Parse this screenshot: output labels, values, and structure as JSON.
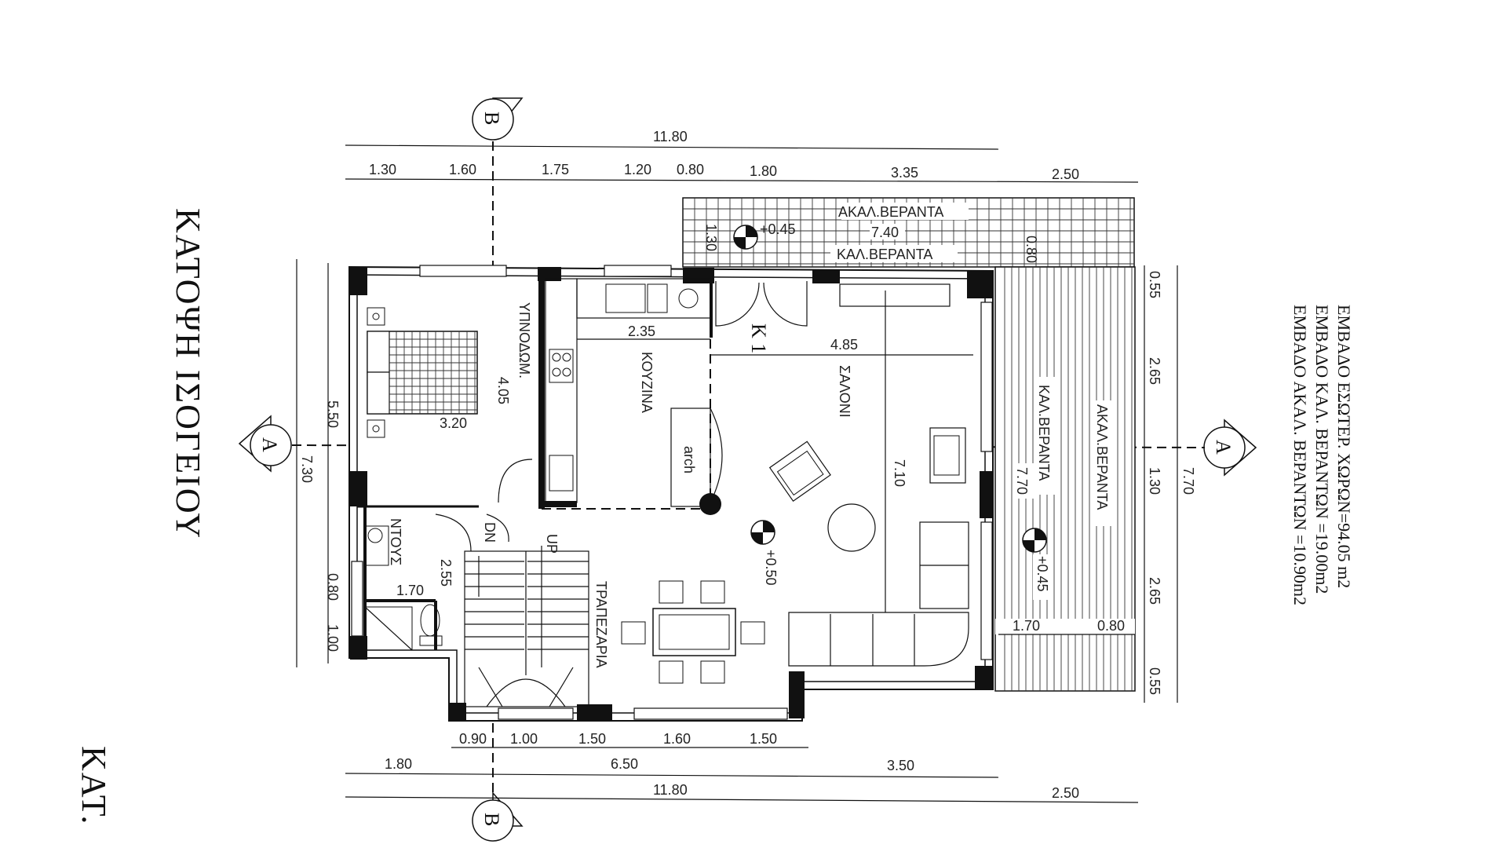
{
  "plan": {
    "title": "ΚΑΤΟΨΗ ΙΣΟΓΕΙΟΥ",
    "title_partial": "ΚΑΤ.",
    "section_marks": {
      "b_top": "B",
      "b_bottom": "B",
      "a_left": "A",
      "a_right": "A"
    },
    "areas": [
      "ΕΜΒΑΔΟ ΕΣΩΤΕΡ. ΧΩΡΩΝ=94.05 m2",
      "ΕΜΒΑΔΟ ΚΑΛ. ΒΕΡΑΝΤΩΝ =19.00m2",
      "ΕΜΒΑΔΟ ΑΚΑΛ. ΒΕΡΑΝΤΩΝ =10.90m2"
    ],
    "rooms": {
      "bedroom": "ΥΠΝΟΔΩΜ.",
      "kitchen": "ΚΟΥΖΙΝΑ",
      "living": "ΣΑΛΟΝΙ",
      "dining": "ΤΡΑΠΕΖΑΡΙΑ",
      "shower": "ΝΤΟΥΣ",
      "covered_veranda": "ΚΑΛ.ΒΕΡΑΝΤΑ",
      "uncovered_veranda": "ΑΚΑΛ.ΒΕΡΑΝΤΑ",
      "uncovered_veranda_top": "ΑΚΑΛ.ΒΕΡΑΝΤΑ",
      "covered_veranda_top": "ΚΑΛ.ΒΕΡΑΝΤΑ",
      "arch": "arch",
      "stair_up": "UP",
      "stair_down": "DN",
      "door_k1": "Κ 1"
    },
    "levels": {
      "main": "+0.50",
      "veranda_top": "+0.45",
      "veranda_right": "+0.45"
    },
    "dims": {
      "top_total": "11.80",
      "top_row": [
        "1.30",
        "1.60",
        "1.75",
        "1.20",
        "0.80",
        "1.80",
        "3.35",
        "2.50"
      ],
      "bottom_row1": [
        "0.90",
        "1.00",
        "1.50",
        "1.60",
        "1.50"
      ],
      "bottom_row2": [
        "1.80",
        "6.50",
        "3.50"
      ],
      "bottom_total": "11.80",
      "bottom_total_right": "2.50",
      "left_outer": "7.30",
      "left_inner": "5.50",
      "left_small_1": "0.80",
      "left_small_2": "1.00",
      "right_outer": "7.70",
      "right_row": [
        "0.55",
        "2.65",
        "1.30",
        "2.65",
        "0.55"
      ],
      "veranda_top_len": "7.40",
      "veranda_top_w1": "1.30",
      "veranda_top_w2": "0.80",
      "kitchen_w": "2.35",
      "living_w": "4.85",
      "living_h": "7.10",
      "bed_w": "3.20",
      "bed_h": "4.05",
      "shower_w": "1.70",
      "stair_h": "2.55",
      "veranda_right_len": "7.70",
      "veranda_right_w1": "1.70",
      "veranda_right_w2": "0.80"
    }
  }
}
